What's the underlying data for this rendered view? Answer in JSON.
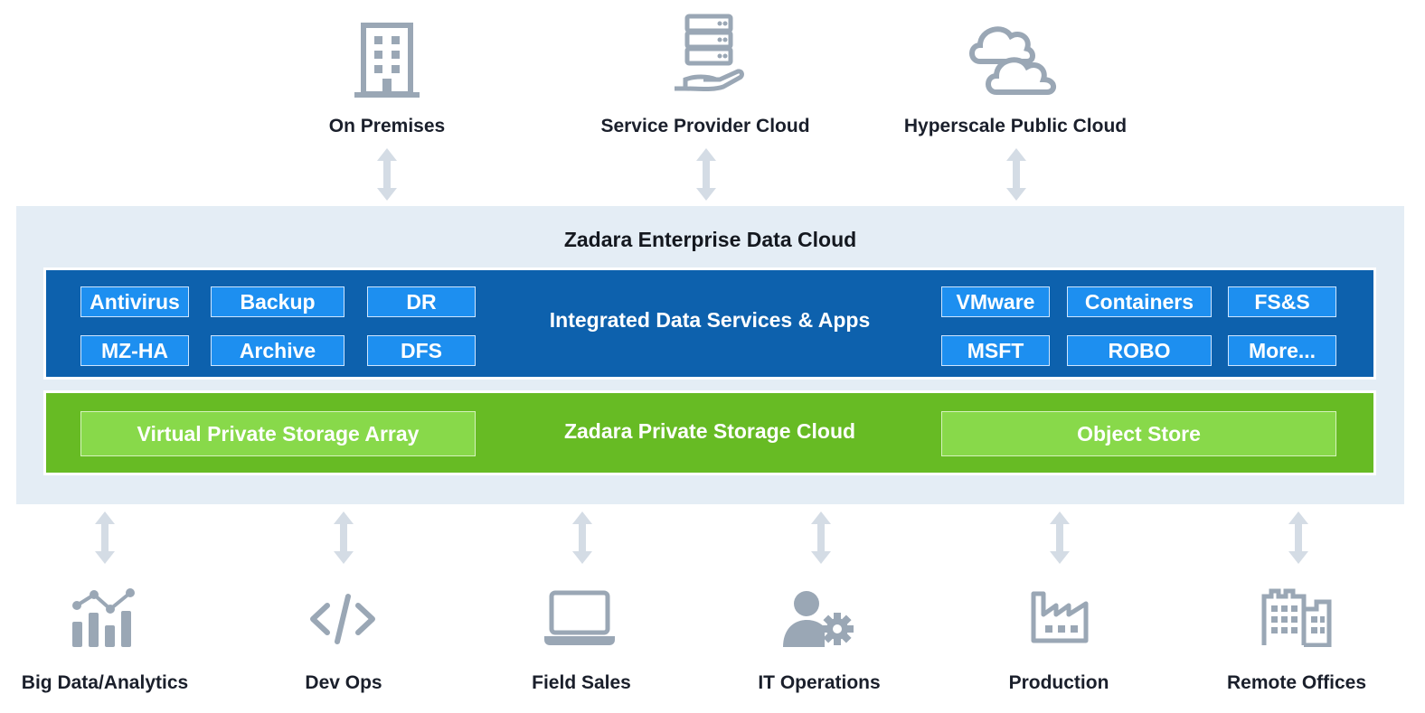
{
  "top_nodes": [
    {
      "label": "On Premises",
      "icon": "building-icon"
    },
    {
      "label": "Service Provider Cloud",
      "icon": "server-hand-icon"
    },
    {
      "label": "Hyperscale Public Cloud",
      "icon": "clouds-icon"
    }
  ],
  "panel": {
    "title": "Zadara Enterprise Data Cloud",
    "services": {
      "title": "Integrated Data Services & Apps",
      "left_chips": [
        "Antivirus",
        "Backup",
        "DR",
        "MZ-HA",
        "Archive",
        "DFS"
      ],
      "right_chips": [
        "VMware",
        "Containers",
        "FS&S",
        "MSFT",
        "ROBO",
        "More..."
      ]
    },
    "storage": {
      "title": "Zadara Private Storage Cloud",
      "left_chip": "Virtual Private Storage Array",
      "right_chip": "Object Store"
    }
  },
  "bottom_nodes": [
    {
      "label": "Big Data/Analytics",
      "icon": "analytics-chart-icon"
    },
    {
      "label": "Dev Ops",
      "icon": "code-icon"
    },
    {
      "label": "Field Sales",
      "icon": "laptop-icon"
    },
    {
      "label": "IT Operations",
      "icon": "user-gear-icon"
    },
    {
      "label": "Production",
      "icon": "factory-icon"
    },
    {
      "label": "Remote Offices",
      "icon": "office-buildings-icon"
    }
  ],
  "colors": {
    "icon": "#9aa7b5",
    "arrow": "#d4dce5",
    "panel_bg": "#e4edf5",
    "services_band": "#0d61ad",
    "services_chip": "#1d8ff0",
    "storage_band": "#67bb24",
    "storage_chip": "#88d94a"
  }
}
